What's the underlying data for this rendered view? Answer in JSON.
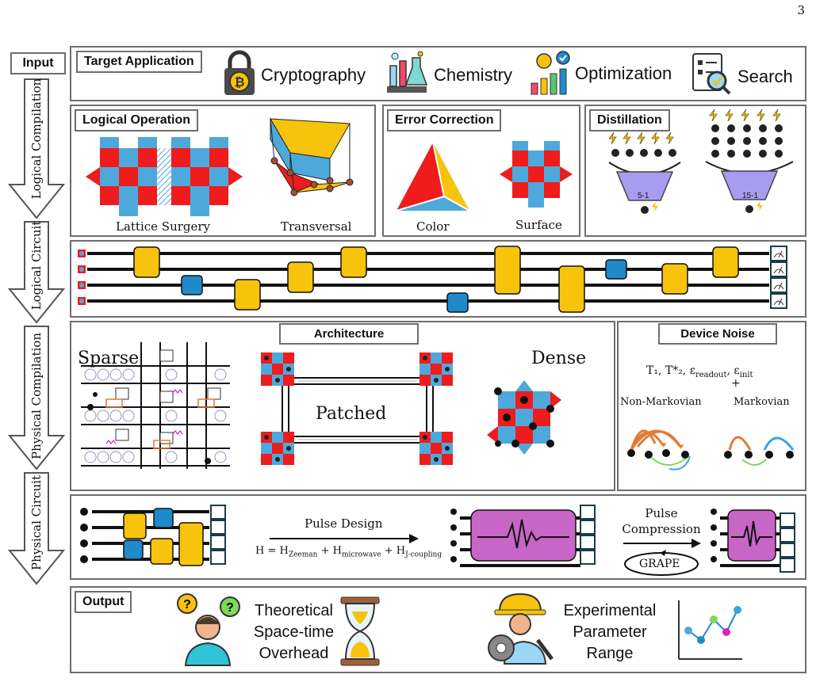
{
  "page_number": "3",
  "sidebar": {
    "input": "Input",
    "stages": [
      "Logical Compilation",
      "Logical Circuit",
      "Physical Compilation",
      "Physical Circuit"
    ]
  },
  "target_application": {
    "title": "Target Application",
    "apps": [
      "Cryptography",
      "Chemistry",
      "Optimization",
      "Search"
    ]
  },
  "logical_operation": {
    "title": "Logical Operation",
    "items": [
      "Lattice Surgery",
      "Transversal"
    ]
  },
  "error_correction": {
    "title": "Error Correction",
    "items": [
      "Color",
      "Surface"
    ]
  },
  "distillation": {
    "title": "Distillation",
    "factories": [
      "5-1",
      "15-1"
    ]
  },
  "architecture": {
    "title": "Architecture",
    "items": [
      "Sparse",
      "Patched",
      "Dense"
    ]
  },
  "device_noise": {
    "title": "Device Noise",
    "params": "T₁, T*₂, ε",
    "readout_sub": "readout",
    "init_sub": "init",
    "plus": "+",
    "kinds": [
      "Non-Markovian",
      "Markovian"
    ]
  },
  "physical_circuit": {
    "pulse_design": "Pulse Design",
    "hamiltonian": {
      "lhs": "H = H",
      "zeeman": "Zeeman",
      "plus1": " + H",
      "microwave": "microwave",
      "plus2": " + H",
      "jcoupling": "J-coupling"
    },
    "pulse_compression": [
      "Pulse",
      "Compression"
    ],
    "grape": "GRAPE"
  },
  "output": {
    "title": "Output",
    "theoretical": [
      "Theoretical",
      "Space-time",
      "Overhead"
    ],
    "experimental": [
      "Experimental",
      "Parameter",
      "Range"
    ]
  },
  "colors": {
    "red": "#ee1c1c",
    "blue": "#4fa8dc",
    "yellow": "#f7c30c",
    "purple": "#c766c7",
    "gate_blue": "#1f8ac9",
    "factory": "#a89cf0"
  }
}
